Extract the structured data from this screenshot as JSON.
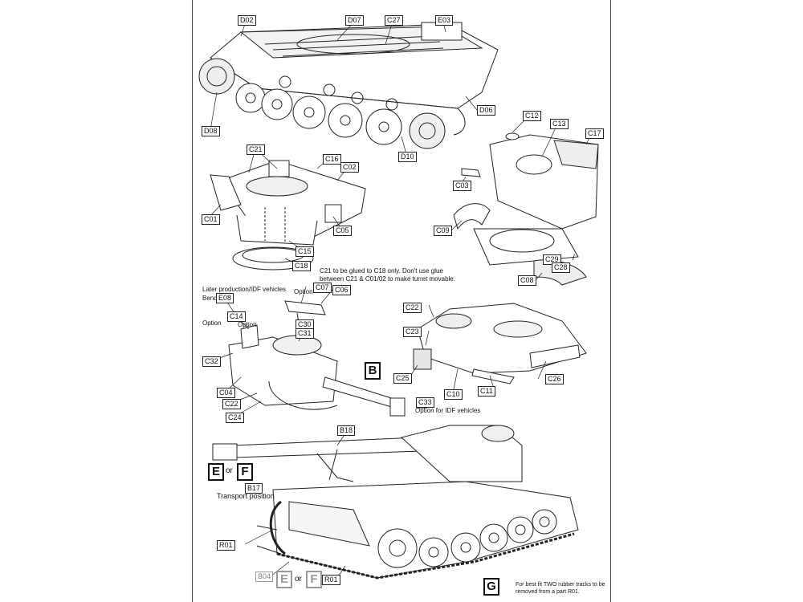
{
  "labels": {
    "D02": "D02",
    "D07": "D07",
    "C27": "C27",
    "E03": "E03",
    "D06": "D06",
    "D08": "D08",
    "D10": "D10",
    "C21": "C21",
    "C16": "C16",
    "C02": "C02",
    "C01": "C01",
    "C05": "C05",
    "C15": "C15",
    "C18": "C18",
    "C12": "C12",
    "C13": "C13",
    "C17": "C17",
    "C03": "C03",
    "C09": "C09",
    "C29": "C29",
    "C28": "C28",
    "C08": "C08",
    "C07": "C07",
    "C06": "C06",
    "E08": "E08",
    "C14": "C14",
    "C30": "C30",
    "C31": "C31",
    "C32": "C32",
    "C04": "C04",
    "C22a": "C22",
    "C24": "C24",
    "C22b": "C22",
    "C23": "C23",
    "C25": "C25",
    "C10": "C10",
    "C11": "C11",
    "C26": "C26",
    "C33": "C33",
    "B18": "B18",
    "B17": "B17",
    "R01a": "R01",
    "B04": "B04",
    "R01b": "R01"
  },
  "notes": {
    "glue_line1": "C21 to be glued to C18 only. Don't use glue",
    "glue_line2": "between C21 & C01/02 to make turret movable.",
    "later_production": "Later production/IDF vehicles",
    "bend": "Bend",
    "option1": "Option",
    "option2": "Option",
    "option3": "Option",
    "idf_option": "Option for IDF vehicles",
    "transport": "Transport position",
    "tracks_line1": "For best fit TWO rubber tracks to be",
    "tracks_line2": "removed from a part R01.",
    "slash": "/"
  },
  "step_letters": {
    "b": "B",
    "e1": "E",
    "f1": "F",
    "e2": "E",
    "f2": "F",
    "g": "G"
  },
  "connector_or": "or"
}
